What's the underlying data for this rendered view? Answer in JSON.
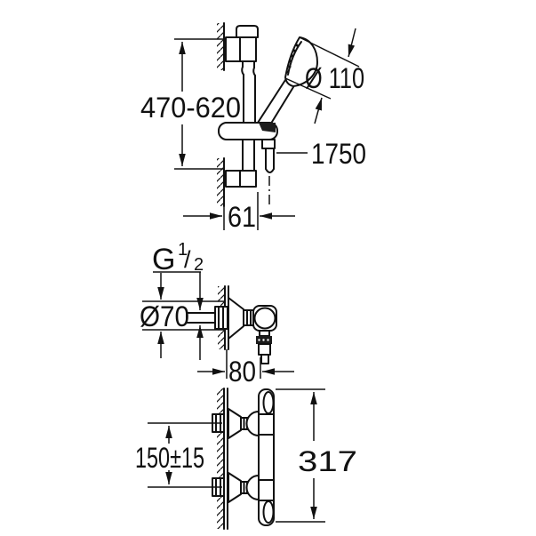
{
  "colors": {
    "line": "#111111",
    "background": "#ffffff"
  },
  "dimensions": {
    "rail_view": {
      "bar_height_range": "470-620",
      "handshower_diameter": "Ø 110",
      "hose_length": "1750",
      "wall_offset": "61"
    },
    "outlet_view": {
      "thread_base": "G",
      "thread_numerator": "1",
      "thread_slash": "/",
      "thread_denominator": "2",
      "escutcheon_diameter": "Ø70",
      "outlet_offset": "80"
    },
    "thermostat_view": {
      "inlet_spacing": "150±15",
      "body_height": "317"
    }
  }
}
